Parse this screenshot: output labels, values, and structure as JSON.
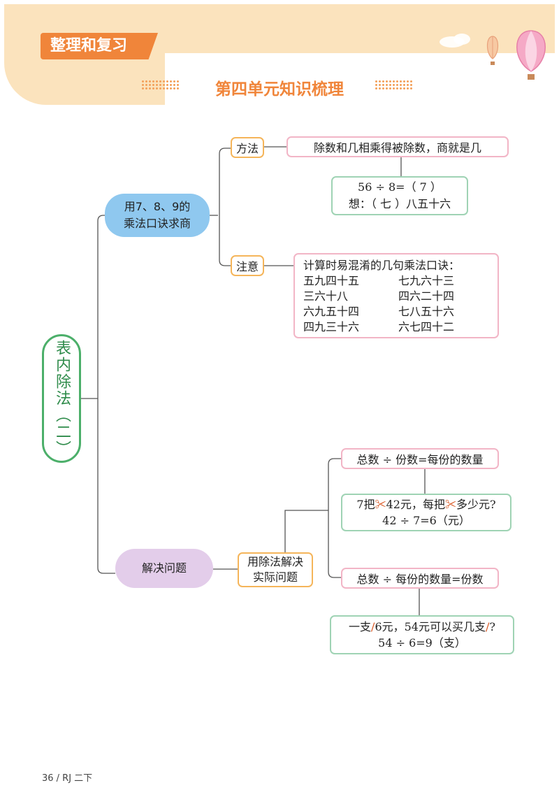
{
  "header": {
    "badge": "整理和复习",
    "title": "第四单元知识梳理"
  },
  "root": {
    "label": "表内除法（二）"
  },
  "branch1": {
    "label_line1": "用7、8、9的",
    "label_line2": "乘法口诀求商",
    "method": {
      "tag": "方法",
      "rule": "除数和几相乘得被除数，商就是几",
      "example_line1": "56 ÷ 8=（ 7 ）",
      "example_line2": "想：（ 七 ）八五十六"
    },
    "note": {
      "tag": "注意",
      "heading": "计算时易混淆的几句乘法口诀：",
      "pairs": [
        [
          "五九四十五",
          "七九六十三"
        ],
        [
          "三六十八",
          "四六二十四"
        ],
        [
          "六九五十四",
          "七八五十六"
        ],
        [
          "四九三十六",
          "六七四十二"
        ]
      ]
    }
  },
  "branch2": {
    "label": "解决问题",
    "sub_line1": "用除法解决",
    "sub_line2": "实际问题",
    "formula1": "总数 ÷ 份数=每份的数量",
    "example1_line1a": "7把",
    "example1_line1b": "42元，每把",
    "example1_line1c": "多少元?",
    "example1_line2": "42 ÷ 7=6（元）",
    "formula2": "总数 ÷ 每份的数量=份数",
    "example2_line1a": "一支",
    "example2_line1b": "6元，54元可以买几支",
    "example2_line1c": "?",
    "example2_line2": "54 ÷ 6=9（支）"
  },
  "footer": "36 / RJ 二下",
  "colors": {
    "accent_orange": "#f0853a",
    "root_green": "#4caf6a",
    "pill_blue": "#8fc8ef",
    "pill_purple": "#e3cdea"
  }
}
